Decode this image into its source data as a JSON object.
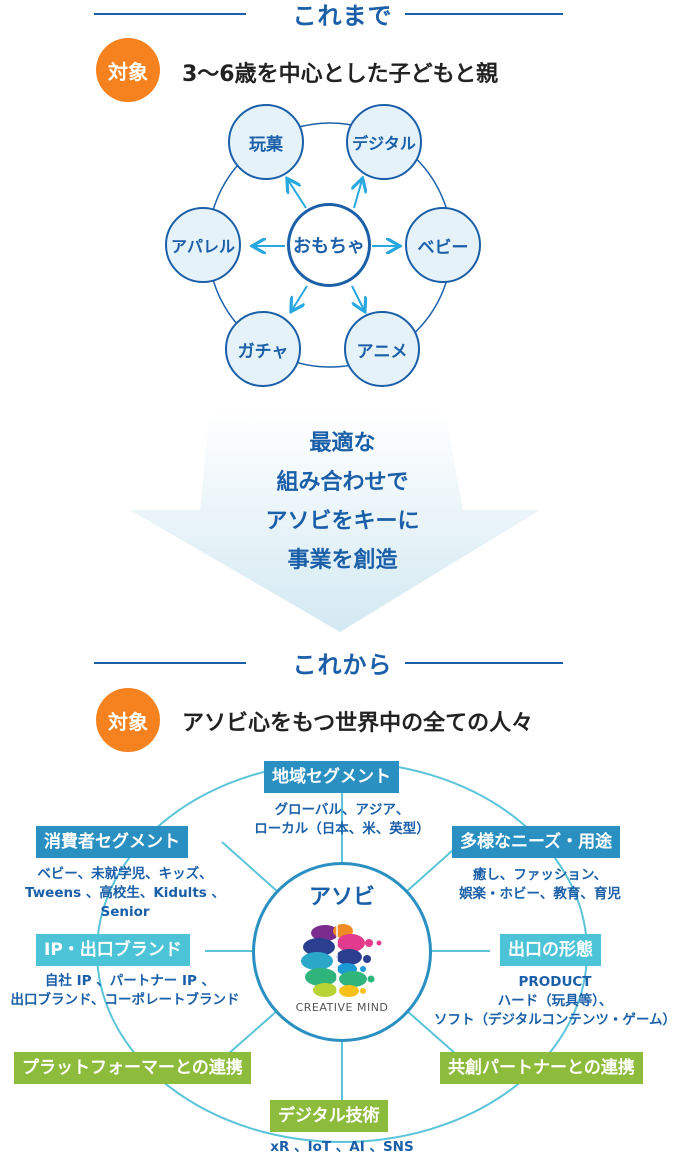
{
  "before": {
    "heading": "これまで",
    "badge": "対象",
    "target": "3～6歳を中心とした子どもと親",
    "center": "おもちゃ",
    "nodes": [
      "玩菓",
      "デジタル",
      "ベビー",
      "アニメ",
      "ガチャ",
      "アパレル"
    ]
  },
  "transition": {
    "lines": [
      "最適な",
      "組み合わせで",
      "アソビをキーに",
      "事業を創造"
    ]
  },
  "after": {
    "heading": "これから",
    "badge": "対象",
    "target": "アソビ心をもつ世界中の全ての人々",
    "hub": {
      "title": "アソビ",
      "logo_text": "CREATIVE MIND"
    },
    "segments": [
      {
        "label": "地域セグメント",
        "desc": [
          "グローバル、アジア、",
          "ローカル（日本、米、英型）"
        ]
      },
      {
        "label": "多様なニーズ・用途",
        "desc": [
          "癒し、ファッション、",
          "娯楽・ホビー、教育、育児"
        ]
      },
      {
        "label": "出口の形態",
        "desc": [
          "PRODUCT",
          "ハード（玩具等）、",
          "ソフト（デジタルコンテンツ・ゲーム）"
        ]
      },
      {
        "label": "共創パートナーとの連携",
        "desc": []
      },
      {
        "label": "デジタル技術",
        "desc": [
          "xR 、IoT 、AI 、SNS"
        ]
      },
      {
        "label": "プラットフォーマーとの連携",
        "desc": []
      },
      {
        "label": "IP・出口ブランド",
        "desc": [
          "自社 IP 、パートナー IP 、",
          "出口ブランド、コーポレートブランド"
        ]
      },
      {
        "label": "消費者セグメント",
        "desc": [
          "ベビー、未就学児、キッズ、",
          "Tweens 、高校生、Kidults 、",
          "Senior"
        ]
      }
    ]
  },
  "colors": {
    "primary": "#1a5fa8",
    "accent_orange": "#f5821f",
    "arrow_light": "#29a8e0",
    "label_dark_blue": "#2a8fc1",
    "label_light_blue": "#4cc3d7",
    "label_green": "#8dbb3c",
    "connector": "#5bc4d9"
  }
}
